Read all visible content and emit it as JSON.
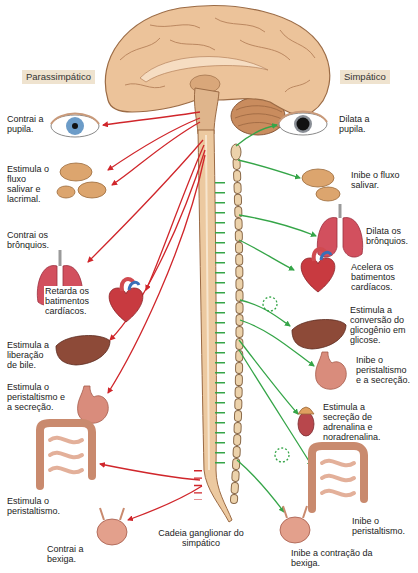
{
  "diagram": {
    "labels": [
      "Parassimpático",
      "Simpático",
      "Contrai a pupila.",
      "Estimula o fluxo salivar e lacrimal.",
      "Contrai os brônquios.",
      "Retarda os batimentos cardíacos.",
      "Estimula a liberação de bile.",
      "Estimula o peristaltismo e a secreção.",
      "Estimula o peristaltismo.",
      "Contrai a bexiga.",
      "Dilata a pupila.",
      "Inibe o fluxo salivar.",
      "Dilata os brônquios.",
      "Acelera os batimentos cardíacos.",
      "Estimula a conversão do glicogênio em glicose.",
      "Inibe o peristaltismo e a secreção.",
      "Estimula a secreção de adrenalina e noradrenalina.",
      "Inibe o peristaltismo.",
      "Inibe a contração da bexiga.",
      "Cadeia ganglionar do simpático"
    ]
  }
}
